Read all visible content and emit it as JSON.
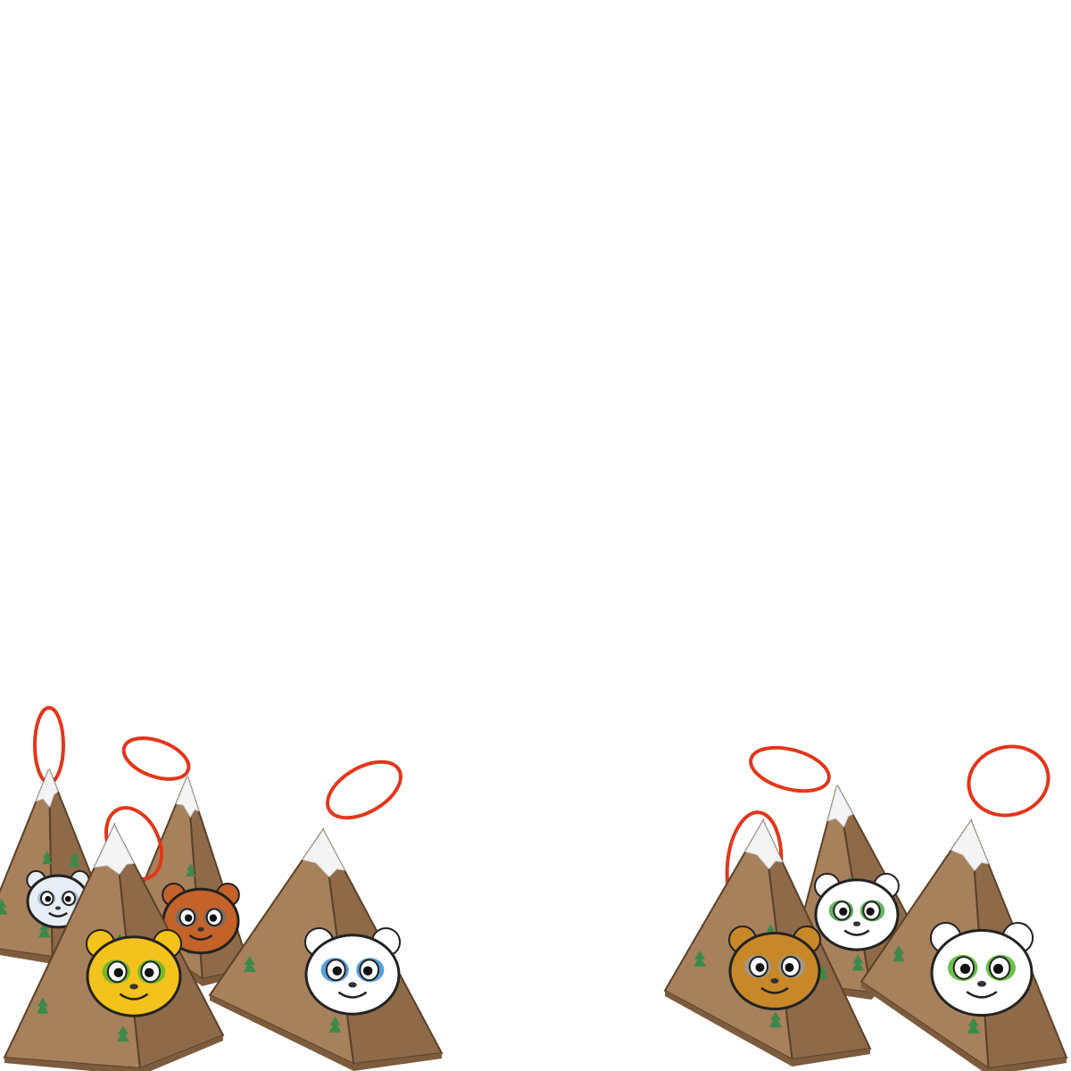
{
  "scene": {
    "background_color": "#ffffff",
    "box_color": "#a7805c",
    "box_shade_color": "#8e6a49",
    "snow_color": "#f4f4f4",
    "ribbon_color": "#e2361b",
    "tree_color": "#3c8a4a"
  },
  "ornaments": [
    {
      "name": "ornament-left-back",
      "pet": "white-furry-pet",
      "pet_colors": [
        "#e8eef6",
        "#9fb6d4"
      ]
    },
    {
      "name": "ornament-left-middle",
      "pet": "horned-ram-pet",
      "pet_colors": [
        "#c4622a",
        "#6e6e6e"
      ]
    },
    {
      "name": "ornament-left-front",
      "pet": "yellow-blob-pet",
      "pet_colors": [
        "#f4c21c",
        "#5ab82e"
      ]
    },
    {
      "name": "ornament-center-left",
      "pet": "blue-white-cat-pet",
      "pet_colors": [
        "#ffffff",
        "#3b8fd6"
      ]
    },
    {
      "name": "ornament-right-left",
      "pet": "green-spotted-pet",
      "pet_colors": [
        "#ffffff",
        "#4aa54a"
      ]
    },
    {
      "name": "ornament-right-back",
      "pet": "moose-pet",
      "pet_colors": [
        "#c8882a",
        "#9a9a9a"
      ]
    },
    {
      "name": "ornament-right-front",
      "pet": "green-eyed-panda-pet",
      "pet_colors": [
        "#ffffff",
        "#55b52c"
      ]
    }
  ]
}
